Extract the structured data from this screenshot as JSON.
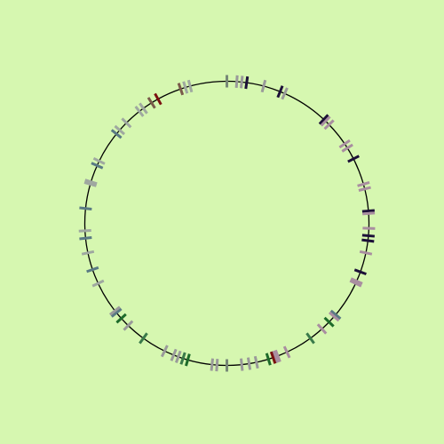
{
  "diagram": {
    "type": "circular-marker-ring",
    "background_color": "#d6f7b0",
    "ring_color": "#000000",
    "markers": [
      {
        "angle": -90,
        "color": "#778877"
      },
      {
        "angle": -86,
        "color": "#9a9a9a"
      },
      {
        "angle": -84,
        "color": "#9a9a9a"
      },
      {
        "angle": -82,
        "color": "#1c1038"
      },
      {
        "angle": -75,
        "color": "#9a9a9a"
      },
      {
        "angle": -68,
        "color": "#1c1038"
      },
      {
        "angle": -66,
        "color": "#9a9a9a"
      },
      {
        "angle": -47,
        "color": "#1c1038"
      },
      {
        "angle": -46,
        "color": "#a98ea0"
      },
      {
        "angle": -44,
        "color": "#a98ea0"
      },
      {
        "angle": -34,
        "color": "#a98ea0"
      },
      {
        "angle": -32,
        "color": "#a98ea0"
      },
      {
        "angle": -27,
        "color": "#1c1038"
      },
      {
        "angle": -16,
        "color": "#a98ea0"
      },
      {
        "angle": -14,
        "color": "#a98ea0"
      },
      {
        "angle": -5,
        "color": "#1c1038"
      },
      {
        "angle": -4,
        "color": "#a98ea0"
      },
      {
        "angle": 2,
        "color": "#a98ea0"
      },
      {
        "angle": 5,
        "color": "#1c1038"
      },
      {
        "angle": 7,
        "color": "#1c1038"
      },
      {
        "angle": 12,
        "color": "#a98ea0"
      },
      {
        "angle": 20,
        "color": "#1c1038"
      },
      {
        "angle": 24,
        "color": "#a98ea0"
      },
      {
        "angle": 25,
        "color": "#a98ea0"
      },
      {
        "angle": 40,
        "color": "#5a7a84"
      },
      {
        "angle": 41,
        "color": "#a98ea0"
      },
      {
        "angle": 44,
        "color": "#1d6b2a"
      },
      {
        "angle": 48,
        "color": "#a98ea0"
      },
      {
        "angle": 54,
        "color": "#3a7a4a"
      },
      {
        "angle": 65,
        "color": "#a98ea0"
      },
      {
        "angle": 69,
        "color": "#a98ea0"
      },
      {
        "angle": 70,
        "color": "#a98ea0"
      },
      {
        "angle": 71,
        "color": "#7a1010"
      },
      {
        "angle": 73,
        "color": "#1d6b2a"
      },
      {
        "angle": 78,
        "color": "#9a9a9a"
      },
      {
        "angle": 81,
        "color": "#9a9a9a"
      },
      {
        "angle": 84,
        "color": "#9a9a9a"
      },
      {
        "angle": 90,
        "color": "#778877"
      },
      {
        "angle": 94,
        "color": "#9a9a9a"
      },
      {
        "angle": 96,
        "color": "#9a9a9a"
      },
      {
        "angle": 106,
        "color": "#1d6b2a"
      },
      {
        "angle": 108,
        "color": "#3a7a4a"
      },
      {
        "angle": 110,
        "color": "#9a9a9a"
      },
      {
        "angle": 112,
        "color": "#9a9a9a"
      },
      {
        "angle": 116,
        "color": "#9a9a9a"
      },
      {
        "angle": 126,
        "color": "#3a7a4a"
      },
      {
        "angle": 134,
        "color": "#9a9a9a"
      },
      {
        "angle": 138,
        "color": "#1d6b2a"
      },
      {
        "angle": 141,
        "color": "#5a7a84"
      },
      {
        "angle": 142,
        "color": "#9a9a9a"
      },
      {
        "angle": 155,
        "color": "#9fa8a0"
      },
      {
        "angle": 161,
        "color": "#5a7a84"
      },
      {
        "angle": 168,
        "color": "#9fa8a0"
      },
      {
        "angle": 174,
        "color": "#5a7a84"
      },
      {
        "angle": 177,
        "color": "#9fa8a0"
      },
      {
        "angle": 186,
        "color": "#5a7a84"
      },
      {
        "angle": 196,
        "color": "#9fa8a0"
      },
      {
        "angle": 197,
        "color": "#9fa8a0"
      },
      {
        "angle": 204,
        "color": "#5a7a84"
      },
      {
        "angle": 206,
        "color": "#9fa8a0"
      },
      {
        "angle": 219,
        "color": "#5a7a84"
      },
      {
        "angle": 221,
        "color": "#9fa8a0"
      },
      {
        "angle": 225,
        "color": "#9fa8a0"
      },
      {
        "angle": 232,
        "color": "#9fa8a0"
      },
      {
        "angle": 234,
        "color": "#9fa8a0"
      },
      {
        "angle": 238,
        "color": "#7a5a4a"
      },
      {
        "angle": 241,
        "color": "#7a1010"
      },
      {
        "angle": 251,
        "color": "#7a5a4a"
      },
      {
        "angle": 253,
        "color": "#9fa8a0"
      },
      {
        "angle": 255,
        "color": "#9fa8a0"
      }
    ]
  }
}
